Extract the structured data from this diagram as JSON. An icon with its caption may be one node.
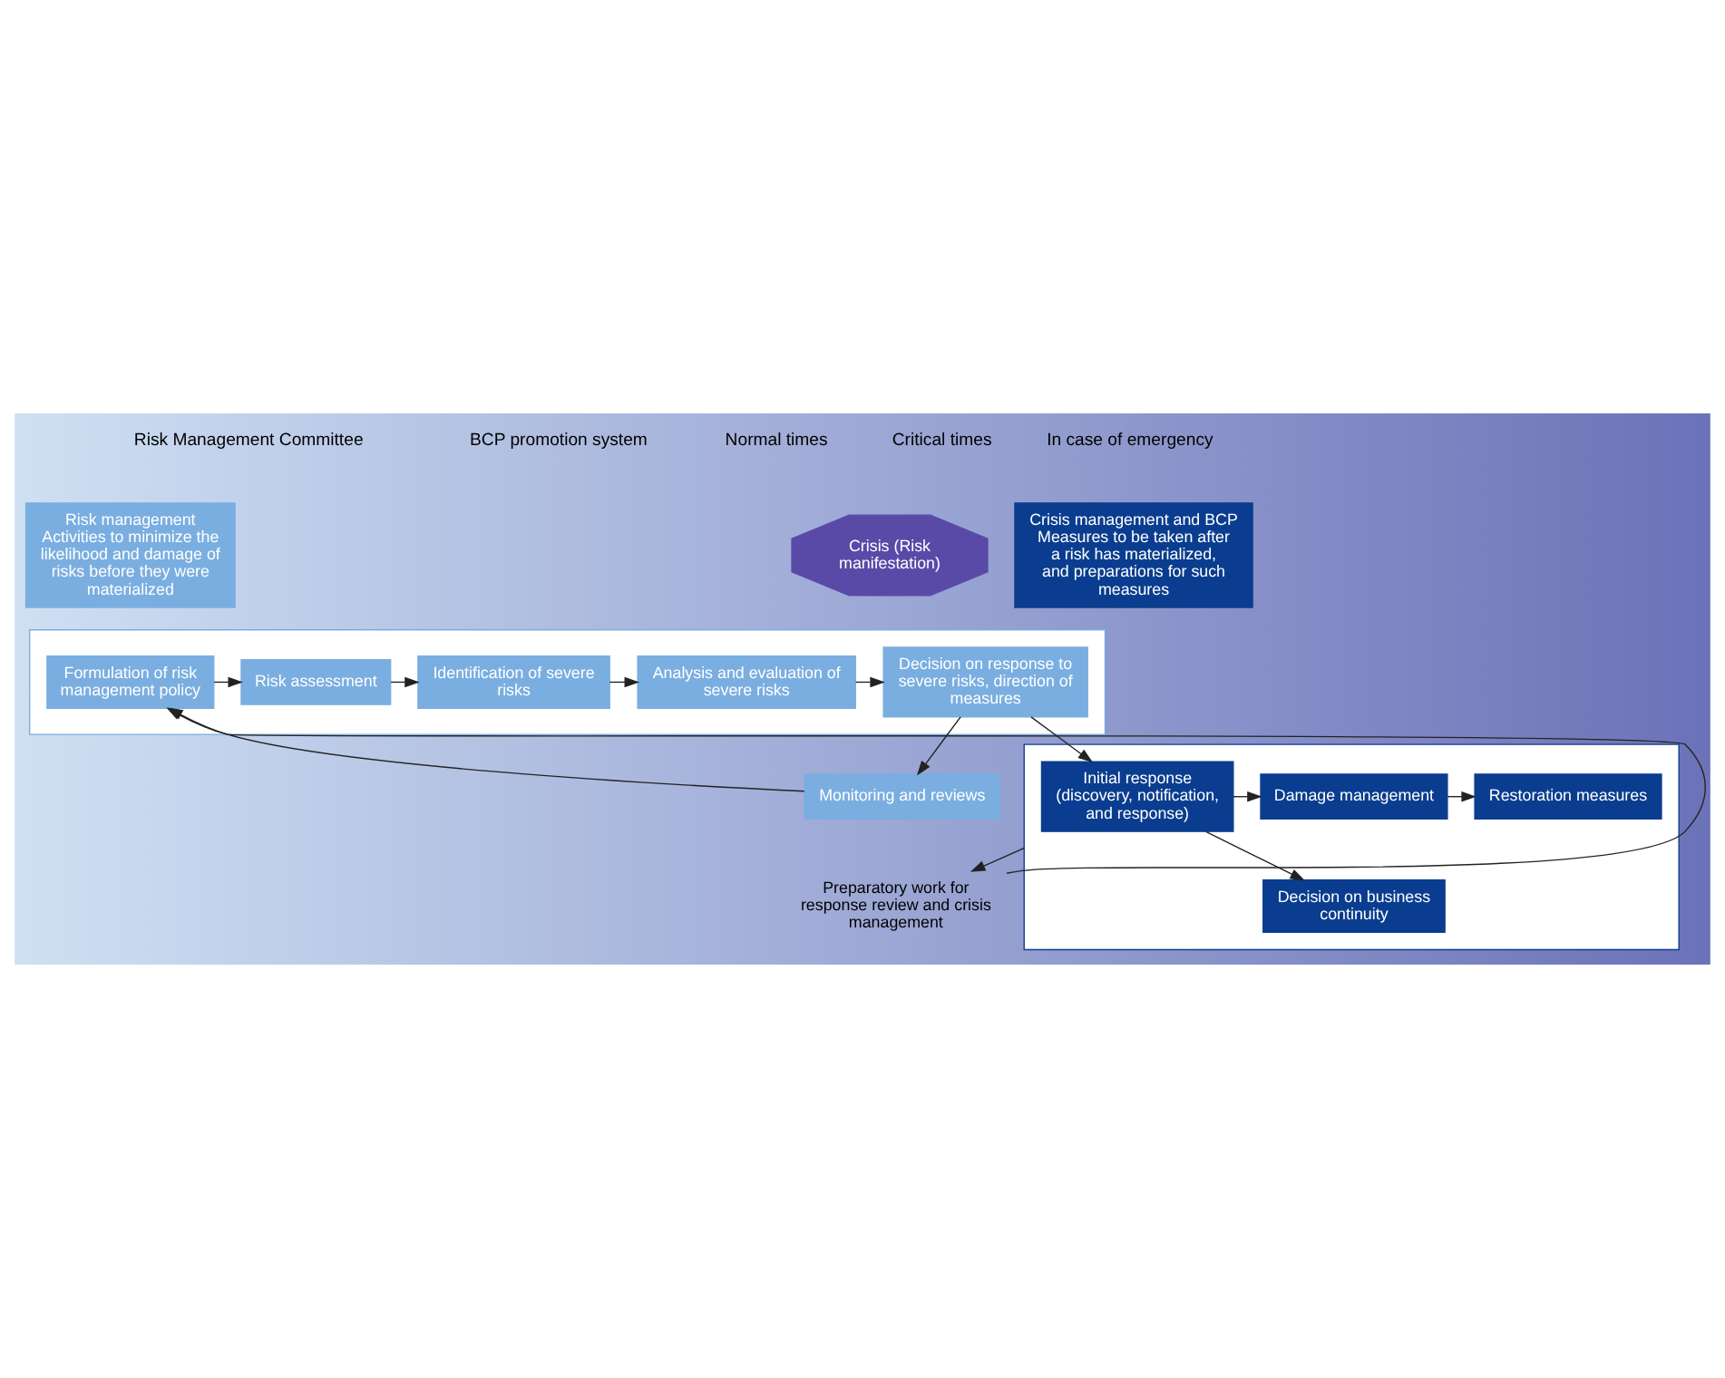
{
  "diagram": {
    "nodes": [
      {
        "text": [
          "Risk management",
          "Activities to minimize the likelihood and damage of risks before they were materialized"
        ]
      },
      {
        "text": [
          "Crisis management and BCP",
          "Measures to be taken after a risk has materialized, and preparations for such measures"
        ]
      },
      {
        "text": [],
        "shape": "box"
      },
      {
        "text": [
          "Formulation of risk management policy"
        ],
        "in": 2
      },
      {
        "text": [
          "Risk assessment"
        ],
        "in": 2
      },
      {
        "text": [
          "Identification of severe risks"
        ],
        "in": 2
      },
      {
        "text": [
          "Analysis and evaluation of severe risks"
        ],
        "in": 2
      },
      {
        "text": [
          "Decision on response to severe risks, direction of measures"
        ],
        "in": 2
      },
      {
        "text": [
          "Crisis (Risk manifestation)"
        ]
      },
      {
        "text": [],
        "shape": "box"
      },
      {
        "text": [
          "Initial response (discovery, notification, and response)"
        ],
        "in": 9
      },
      {
        "text": [
          "Damage management"
        ],
        "in": 9
      },
      {
        "text": [
          "Restoration measures"
        ],
        "in": 9
      },
      {
        "text": [
          "Decision on business continuity"
        ],
        "in": 9
      },
      {
        "text": [
          "Monitoring and reviews"
        ]
      },
      {
        "text": [
          "Preparatory work for response review and crisis management"
        ]
      }
    ],
    "edges": [
      {
        "from": 3,
        "to": 4,
        "arrow": "to"
      },
      {
        "from": 4,
        "to": 5,
        "arrow": "to"
      },
      {
        "from": 5,
        "to": 6,
        "arrow": "to"
      },
      {
        "from": 6,
        "to": 7,
        "arrow": "to"
      },
      {
        "from": 7,
        "to": 10,
        "arrow": "to"
      },
      {
        "from": 10,
        "to": 11,
        "arrow": "to"
      },
      {
        "from": 10,
        "to": 13,
        "arrow": "to"
      },
      {
        "from": 11,
        "to": 12,
        "arrow": "to"
      },
      {
        "from": 7,
        "to": 14,
        "arrow": "to"
      },
      {
        "from": 14,
        "to": 3,
        "arrow": "to"
      },
      {
        "from": 15,
        "to": 3,
        "arrow": "to"
      },
      {
        "from": 9,
        "to": 15,
        "arrow": "to"
      }
    ],
    "labels": [
      "Risk Management Committee",
      "BCP promotion system",
      "Normal times",
      "Critical times",
      "In case of emergency"
    ]
  }
}
